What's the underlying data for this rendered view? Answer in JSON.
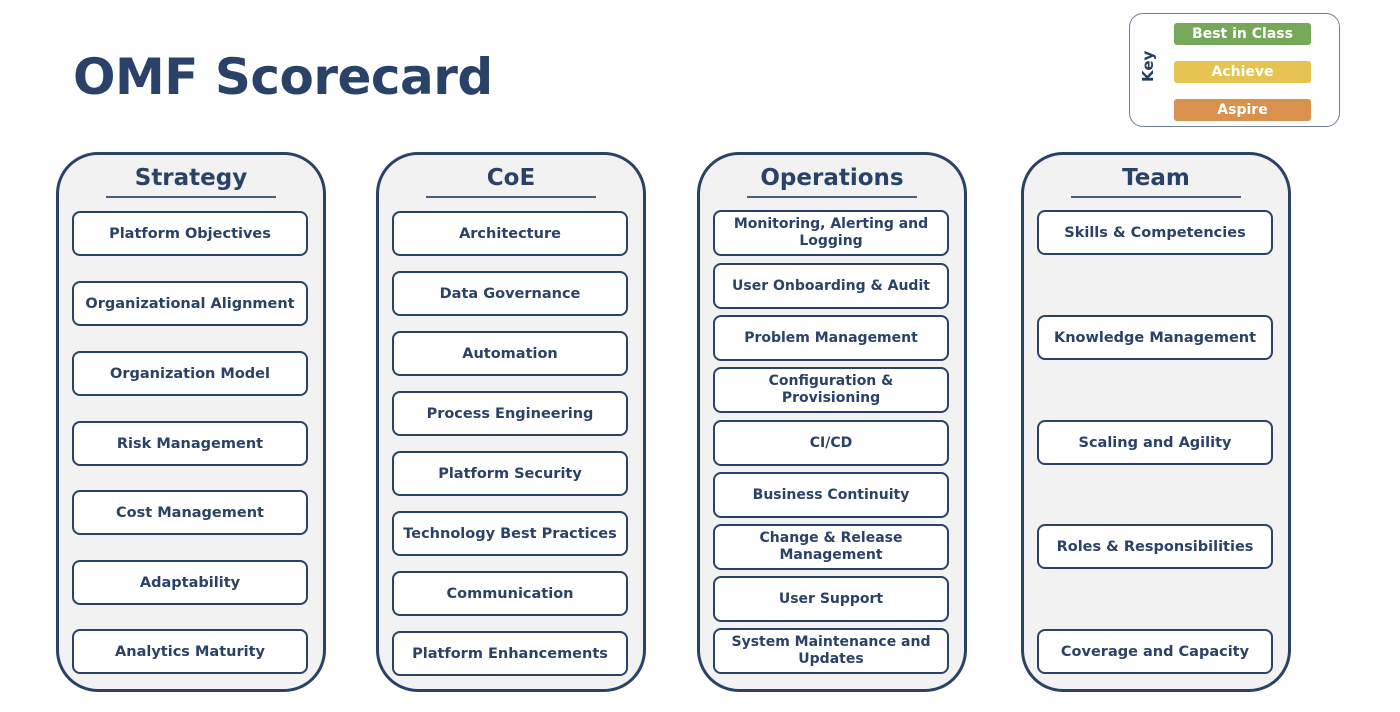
{
  "title": "OMF Scorecard",
  "key": {
    "label": "Key",
    "levels": [
      {
        "label": "Best in Class",
        "color": "#76a85a"
      },
      {
        "label": "Achieve",
        "color": "#e7c352"
      },
      {
        "label": "Aspire",
        "color": "#d9924d"
      }
    ]
  },
  "panels": [
    {
      "title": "Strategy",
      "items": [
        "Platform Objectives",
        "Organizational Alignment",
        "Organization Model",
        "Risk Management",
        "Cost Management",
        "Adaptability",
        "Analytics Maturity"
      ]
    },
    {
      "title": "CoE",
      "items": [
        "Architecture",
        "Data Governance",
        "Automation",
        "Process Engineering",
        "Platform Security",
        "Technology Best Practices",
        "Communication",
        "Platform Enhancements"
      ]
    },
    {
      "title": "Operations",
      "items": [
        "Monitoring, Alerting and Logging",
        "User Onboarding & Audit",
        "Problem Management",
        "Configuration & Provisioning",
        "CI/CD",
        "Business Continuity",
        "Change & Release Management",
        "User Support",
        "System Maintenance and Updates"
      ]
    },
    {
      "title": "Team",
      "items": [
        "Skills & Competencies",
        "Knowledge Management",
        "Scaling and Agility",
        "Roles & Responsibilities",
        "Coverage and Capacity"
      ]
    }
  ],
  "colors": {
    "navy": "#2a4268",
    "panel_bg": "#f2f2f2"
  }
}
